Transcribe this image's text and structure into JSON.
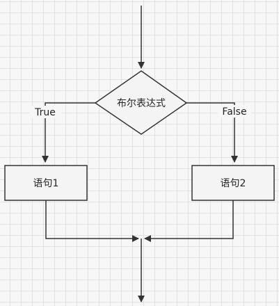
{
  "diagram": {
    "decision": {
      "label": "布尔表达式"
    },
    "true_branch": {
      "edge_label": "True",
      "box_label": "语句1"
    },
    "false_branch": {
      "edge_label": "False",
      "box_label": "语句2"
    }
  },
  "colors": {
    "stroke": "#333333",
    "node_fill": "#f4f4f4",
    "grid": "#e2e2e2"
  }
}
